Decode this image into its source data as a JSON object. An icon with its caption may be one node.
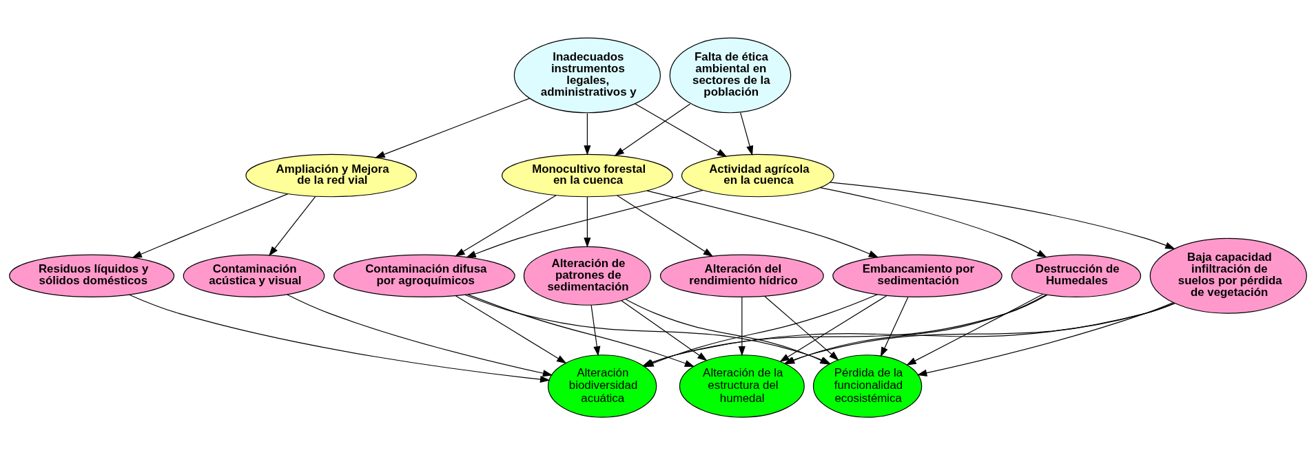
{
  "diagram": {
    "nodes": [
      {
        "text": [
          "Inadecuados instrumentos legales, administrativos y"
        ]
      },
      {
        "text": [
          "Falta de ética ambiental en sectores de la población"
        ]
      },
      {
        "text": [
          "Ampliación y Mejora de la red vial"
        ]
      },
      {
        "text": [
          "Monocultivo forestal en la cuenca"
        ]
      },
      {
        "text": [
          "Actividad agrícola en la cuenca"
        ]
      },
      {
        "text": [
          "Residuos líquidos y sólidos domésticos"
        ]
      },
      {
        "text": [
          "Contaminación acústica y visual"
        ]
      },
      {
        "text": [
          "Contaminación difusa por agroquímicos"
        ]
      },
      {
        "text": [
          "Alteración de patrones de sedimentación"
        ]
      },
      {
        "text": [
          "Alteración del rendimiento hídrico"
        ]
      },
      {
        "text": [
          "Embancamiento por sedimentación"
        ]
      },
      {
        "text": [
          "Destrucción de Humedales"
        ]
      },
      {
        "text": [
          "Baja capacidad infiltración de suelos por pérdida de vegetación"
        ]
      },
      {
        "text": [
          "Alteración biodiversidad acuática"
        ]
      },
      {
        "text": [
          "Alteración de la estructura del humedal"
        ]
      },
      {
        "text": [
          "Pérdida de la funcionalidad ecosistémica"
        ]
      }
    ],
    "edges": [
      {
        "from": 0,
        "to": 2,
        "arrow": "to"
      },
      {
        "from": 0,
        "to": 3,
        "arrow": "to"
      },
      {
        "from": 0,
        "to": 4,
        "arrow": "to"
      },
      {
        "from": 1,
        "to": 3,
        "arrow": "to"
      },
      {
        "from": 1,
        "to": 4,
        "arrow": "to"
      },
      {
        "from": 2,
        "to": 5,
        "arrow": "to"
      },
      {
        "from": 2,
        "to": 6,
        "arrow": "to"
      },
      {
        "from": 3,
        "to": 7,
        "arrow": "to"
      },
      {
        "from": 3,
        "to": 8,
        "arrow": "to"
      },
      {
        "from": 3,
        "to": 9,
        "arrow": "to"
      },
      {
        "from": 3,
        "to": 10,
        "arrow": "to"
      },
      {
        "from": 4,
        "to": 7,
        "arrow": "to"
      },
      {
        "from": 4,
        "to": 11,
        "arrow": "to"
      },
      {
        "from": 4,
        "to": 12,
        "arrow": "to"
      },
      {
        "from": 5,
        "to": 13,
        "arrow": "to"
      },
      {
        "from": 6,
        "to": 13,
        "arrow": "to"
      },
      {
        "from": 7,
        "to": 13,
        "arrow": "to"
      },
      {
        "from": 7,
        "to": 14,
        "arrow": "to"
      },
      {
        "from": 7,
        "to": 15,
        "arrow": "to"
      },
      {
        "from": 8,
        "to": 13,
        "arrow": "to"
      },
      {
        "from": 8,
        "to": 14,
        "arrow": "to"
      },
      {
        "from": 8,
        "to": 15,
        "arrow": "to"
      },
      {
        "from": 9,
        "to": 14,
        "arrow": "to"
      },
      {
        "from": 9,
        "to": 15,
        "arrow": "to"
      },
      {
        "from": 10,
        "to": 13,
        "arrow": "to"
      },
      {
        "from": 10,
        "to": 14,
        "arrow": "to"
      },
      {
        "from": 10,
        "to": 15,
        "arrow": "to"
      },
      {
        "from": 11,
        "to": 13,
        "arrow": "to"
      },
      {
        "from": 11,
        "to": 14,
        "arrow": "to"
      },
      {
        "from": 11,
        "to": 15,
        "arrow": "to"
      },
      {
        "from": 12,
        "to": 13,
        "arrow": "to"
      },
      {
        "from": 12,
        "to": 14,
        "arrow": "to"
      },
      {
        "from": 12,
        "to": 15,
        "arrow": "to"
      }
    ]
  }
}
